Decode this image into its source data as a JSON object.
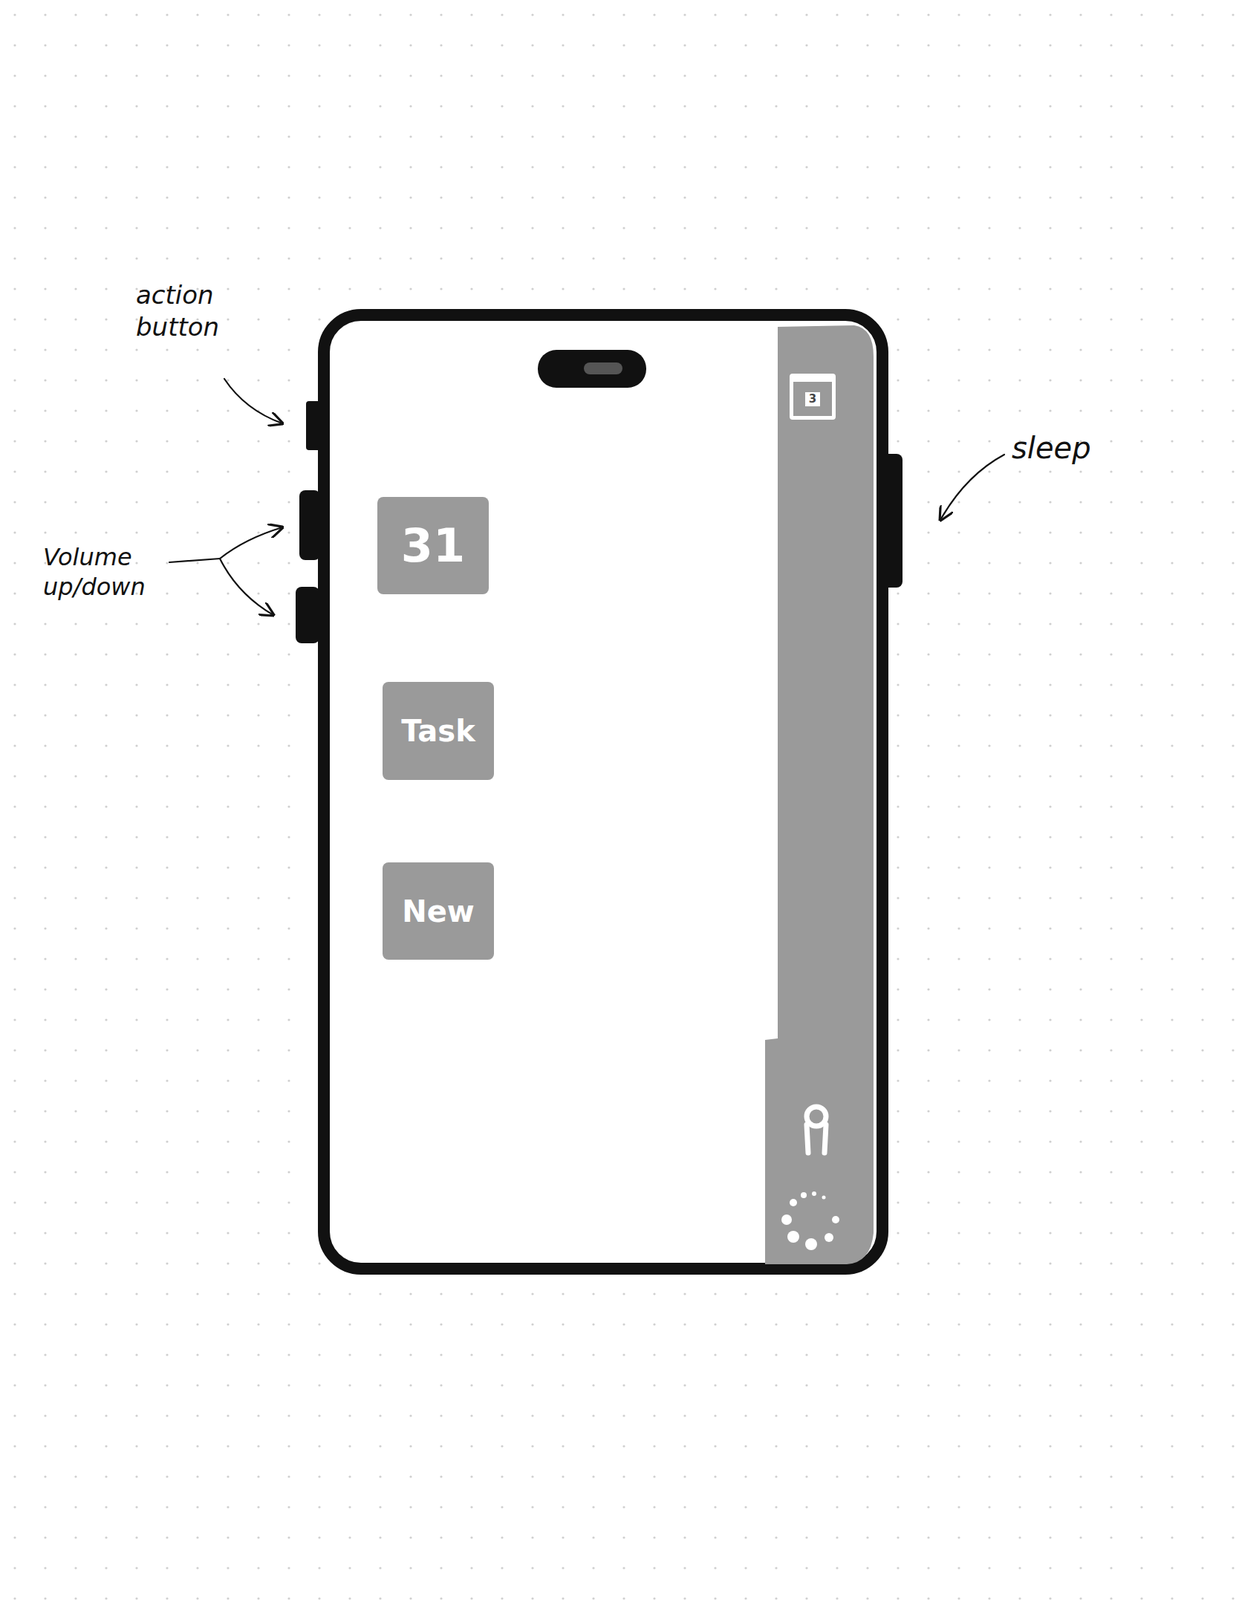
{
  "diagram": {
    "nodes": [
      {
        "text": [
          "3"
        ]
      },
      {
        "text": [
          "31"
        ]
      },
      {
        "text": [
          "Task"
        ]
      },
      {
        "text": [
          "New"
        ]
      }
    ],
    "labels": [
      "action button",
      "sleep",
      "Volume up/down"
    ]
  }
}
